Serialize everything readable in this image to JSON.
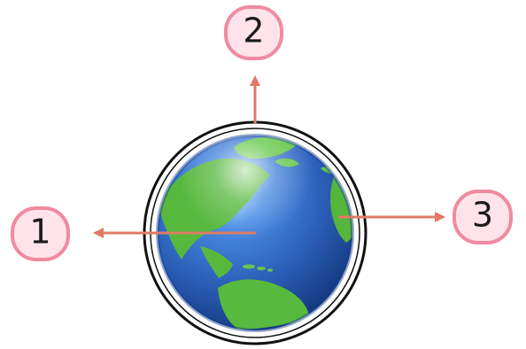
{
  "diagram": {
    "labels": [
      {
        "id": "left",
        "text": "1"
      },
      {
        "id": "top",
        "text": "2"
      },
      {
        "id": "right",
        "text": "3"
      }
    ],
    "colors": {
      "arrow": "#e07a66",
      "label_ring": "#f08aa0",
      "label_fill": "#ffe3ea",
      "ocean": "#2f63b8",
      "land": "#54b53a",
      "outline": "#111111"
    }
  }
}
